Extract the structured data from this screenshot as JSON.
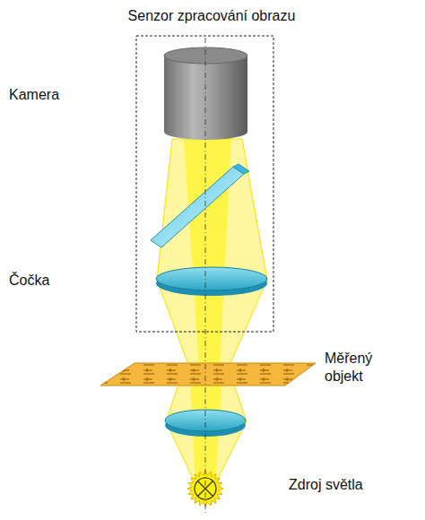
{
  "diagram": {
    "title": "Senzor zpracování obrazu",
    "labels": [
      "Kamera",
      "Čočka",
      "Měřený objekt",
      "Zdroj světla"
    ]
  }
}
